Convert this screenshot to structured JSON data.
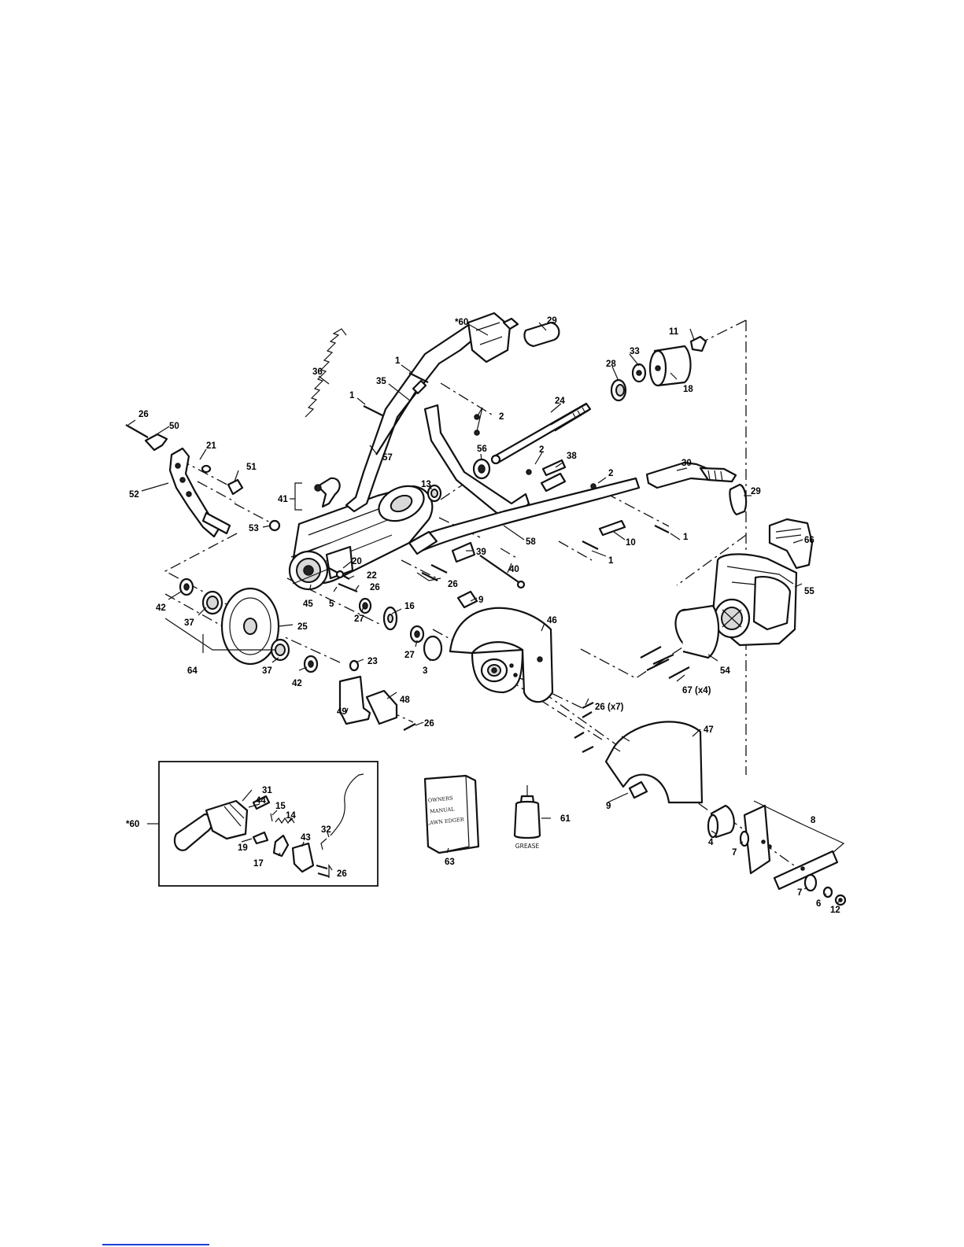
{
  "diagram": {
    "part_callouts": {
      "p60_top": "*60",
      "p29_top": "29",
      "p11": "11",
      "p33": "33",
      "p28": "28",
      "p18": "18",
      "p36": "36",
      "p1_a": "1",
      "p35": "35",
      "p1_b": "1",
      "p2_a": "2",
      "p24": "24",
      "p26_a": "26",
      "p50": "50",
      "p21": "21",
      "p51": "51",
      "p52": "52",
      "p57": "57",
      "p56": "56",
      "p2_b": "2",
      "p38": "38",
      "p2_c": "2",
      "p30": "30",
      "p29_right": "29",
      "p41": "41",
      "p13": "13",
      "p1_c": "1",
      "p10": "10",
      "p1_d": "1",
      "p66": "66",
      "p53": "53",
      "p58": "58",
      "p39": "39",
      "p40": "40",
      "p20": "20",
      "p22": "22",
      "p26_b": "26",
      "p26_c": "26",
      "p45": "45",
      "p5": "5",
      "p55": "55",
      "p42_a": "42",
      "p27_a": "27",
      "p16": "16",
      "p9_a": "9",
      "p37_a": "37",
      "p25": "25",
      "p46": "46",
      "p27_b": "27",
      "p3": "3",
      "p23": "23",
      "p64": "64",
      "p37_b": "37",
      "p42_b": "42",
      "p54": "54",
      "p67": "67 (x4)",
      "p48": "48",
      "p49": "49",
      "p26_x7": "26 (x7)",
      "p26_d": "26",
      "p47": "47",
      "p31": "31",
      "p44": "44",
      "p15": "15",
      "p14": "14",
      "p60_inset": "*60",
      "p32": "32",
      "p19": "19",
      "p43": "43",
      "p17": "17",
      "p26_e": "26",
      "p61": "61",
      "p63": "63",
      "p9_b": "9",
      "p8": "8",
      "p4": "4",
      "p7_a": "7",
      "p7_b": "7",
      "p6": "6",
      "p12": "12"
    },
    "manual_cover": [
      "OWNERS",
      "MANUAL",
      "LAWN EDGER"
    ],
    "grease_label": "GREASE"
  }
}
